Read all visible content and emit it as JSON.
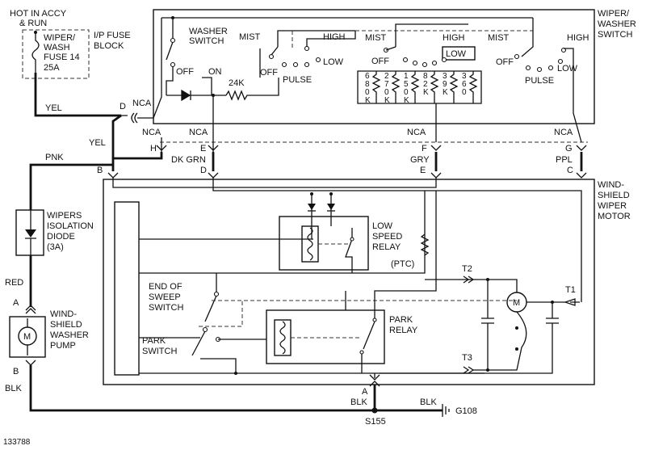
{
  "labels": {
    "hot_in": "HOT IN ACCY",
    "and_run": "& RUN",
    "fuse_l1": "WIPER/",
    "fuse_l2": "WASH",
    "fuse_l3": "FUSE 14",
    "fuse_l4": "25A",
    "ip_fuse_l1": "I/P FUSE",
    "ip_fuse_l2": "BLOCK",
    "washer_switch_l1": "WASHER",
    "washer_switch_l2": "SWITCH",
    "wiper_washer_l1": "WIPER/",
    "wiper_washer_l2": "WASHER",
    "wiper_washer_l3": "SWITCH",
    "mist": "MIST",
    "high": "HIGH",
    "low": "LOW",
    "off": "OFF",
    "on": "ON",
    "pulse": "PULSE",
    "r24k": "24K",
    "nca": "NCA",
    "yel": "YEL",
    "pnk": "PNK",
    "dk_grn": "DK GRN",
    "gry": "GRY",
    "ppl": "PPL",
    "red": "RED",
    "blk": "BLK",
    "pin_a": "A",
    "pin_b": "B",
    "pin_c": "C",
    "pin_d": "D",
    "pin_e": "E",
    "pin_f": "F",
    "pin_g": "G",
    "pin_h": "H",
    "res_680k": [
      "6",
      "8",
      "0",
      "K"
    ],
    "res_270k": [
      "2",
      "7",
      "0",
      "K"
    ],
    "res_150k": [
      "1",
      "5",
      "0",
      "K"
    ],
    "res_82k": [
      "8",
      "2",
      "K"
    ],
    "res_39k": [
      "3",
      "9",
      "K"
    ],
    "res_360": [
      "3",
      "6",
      "0"
    ],
    "wipers_iso_l1": "WIPERS",
    "wipers_iso_l2": "ISOLATION",
    "wipers_iso_l3": "DIODE",
    "wipers_iso_l4": "(3A)",
    "washer_pump_l1": "WIND-",
    "washer_pump_l2": "SHIELD",
    "washer_pump_l3": "WASHER",
    "washer_pump_l4": "PUMP",
    "wiper_motor_l1": "WIND-",
    "wiper_motor_l2": "SHIELD",
    "wiper_motor_l3": "WIPER",
    "wiper_motor_l4": "MOTOR",
    "low_speed_l1": "LOW",
    "low_speed_l2": "SPEED",
    "low_speed_l3": "RELAY",
    "ptc": "(PTC)",
    "end_sweep_l1": "END OF",
    "end_sweep_l2": "SWEEP",
    "end_sweep_l3": "SWITCH",
    "park_switch_l1": "PARK",
    "park_switch_l2": "SWITCH",
    "park_relay_l1": "PARK",
    "park_relay_l2": "RELAY",
    "t1": "T1",
    "t2": "T2",
    "t3": "T3",
    "motor_m": "M",
    "s155": "S155",
    "g108": "G108",
    "diagram_id": "133788"
  }
}
